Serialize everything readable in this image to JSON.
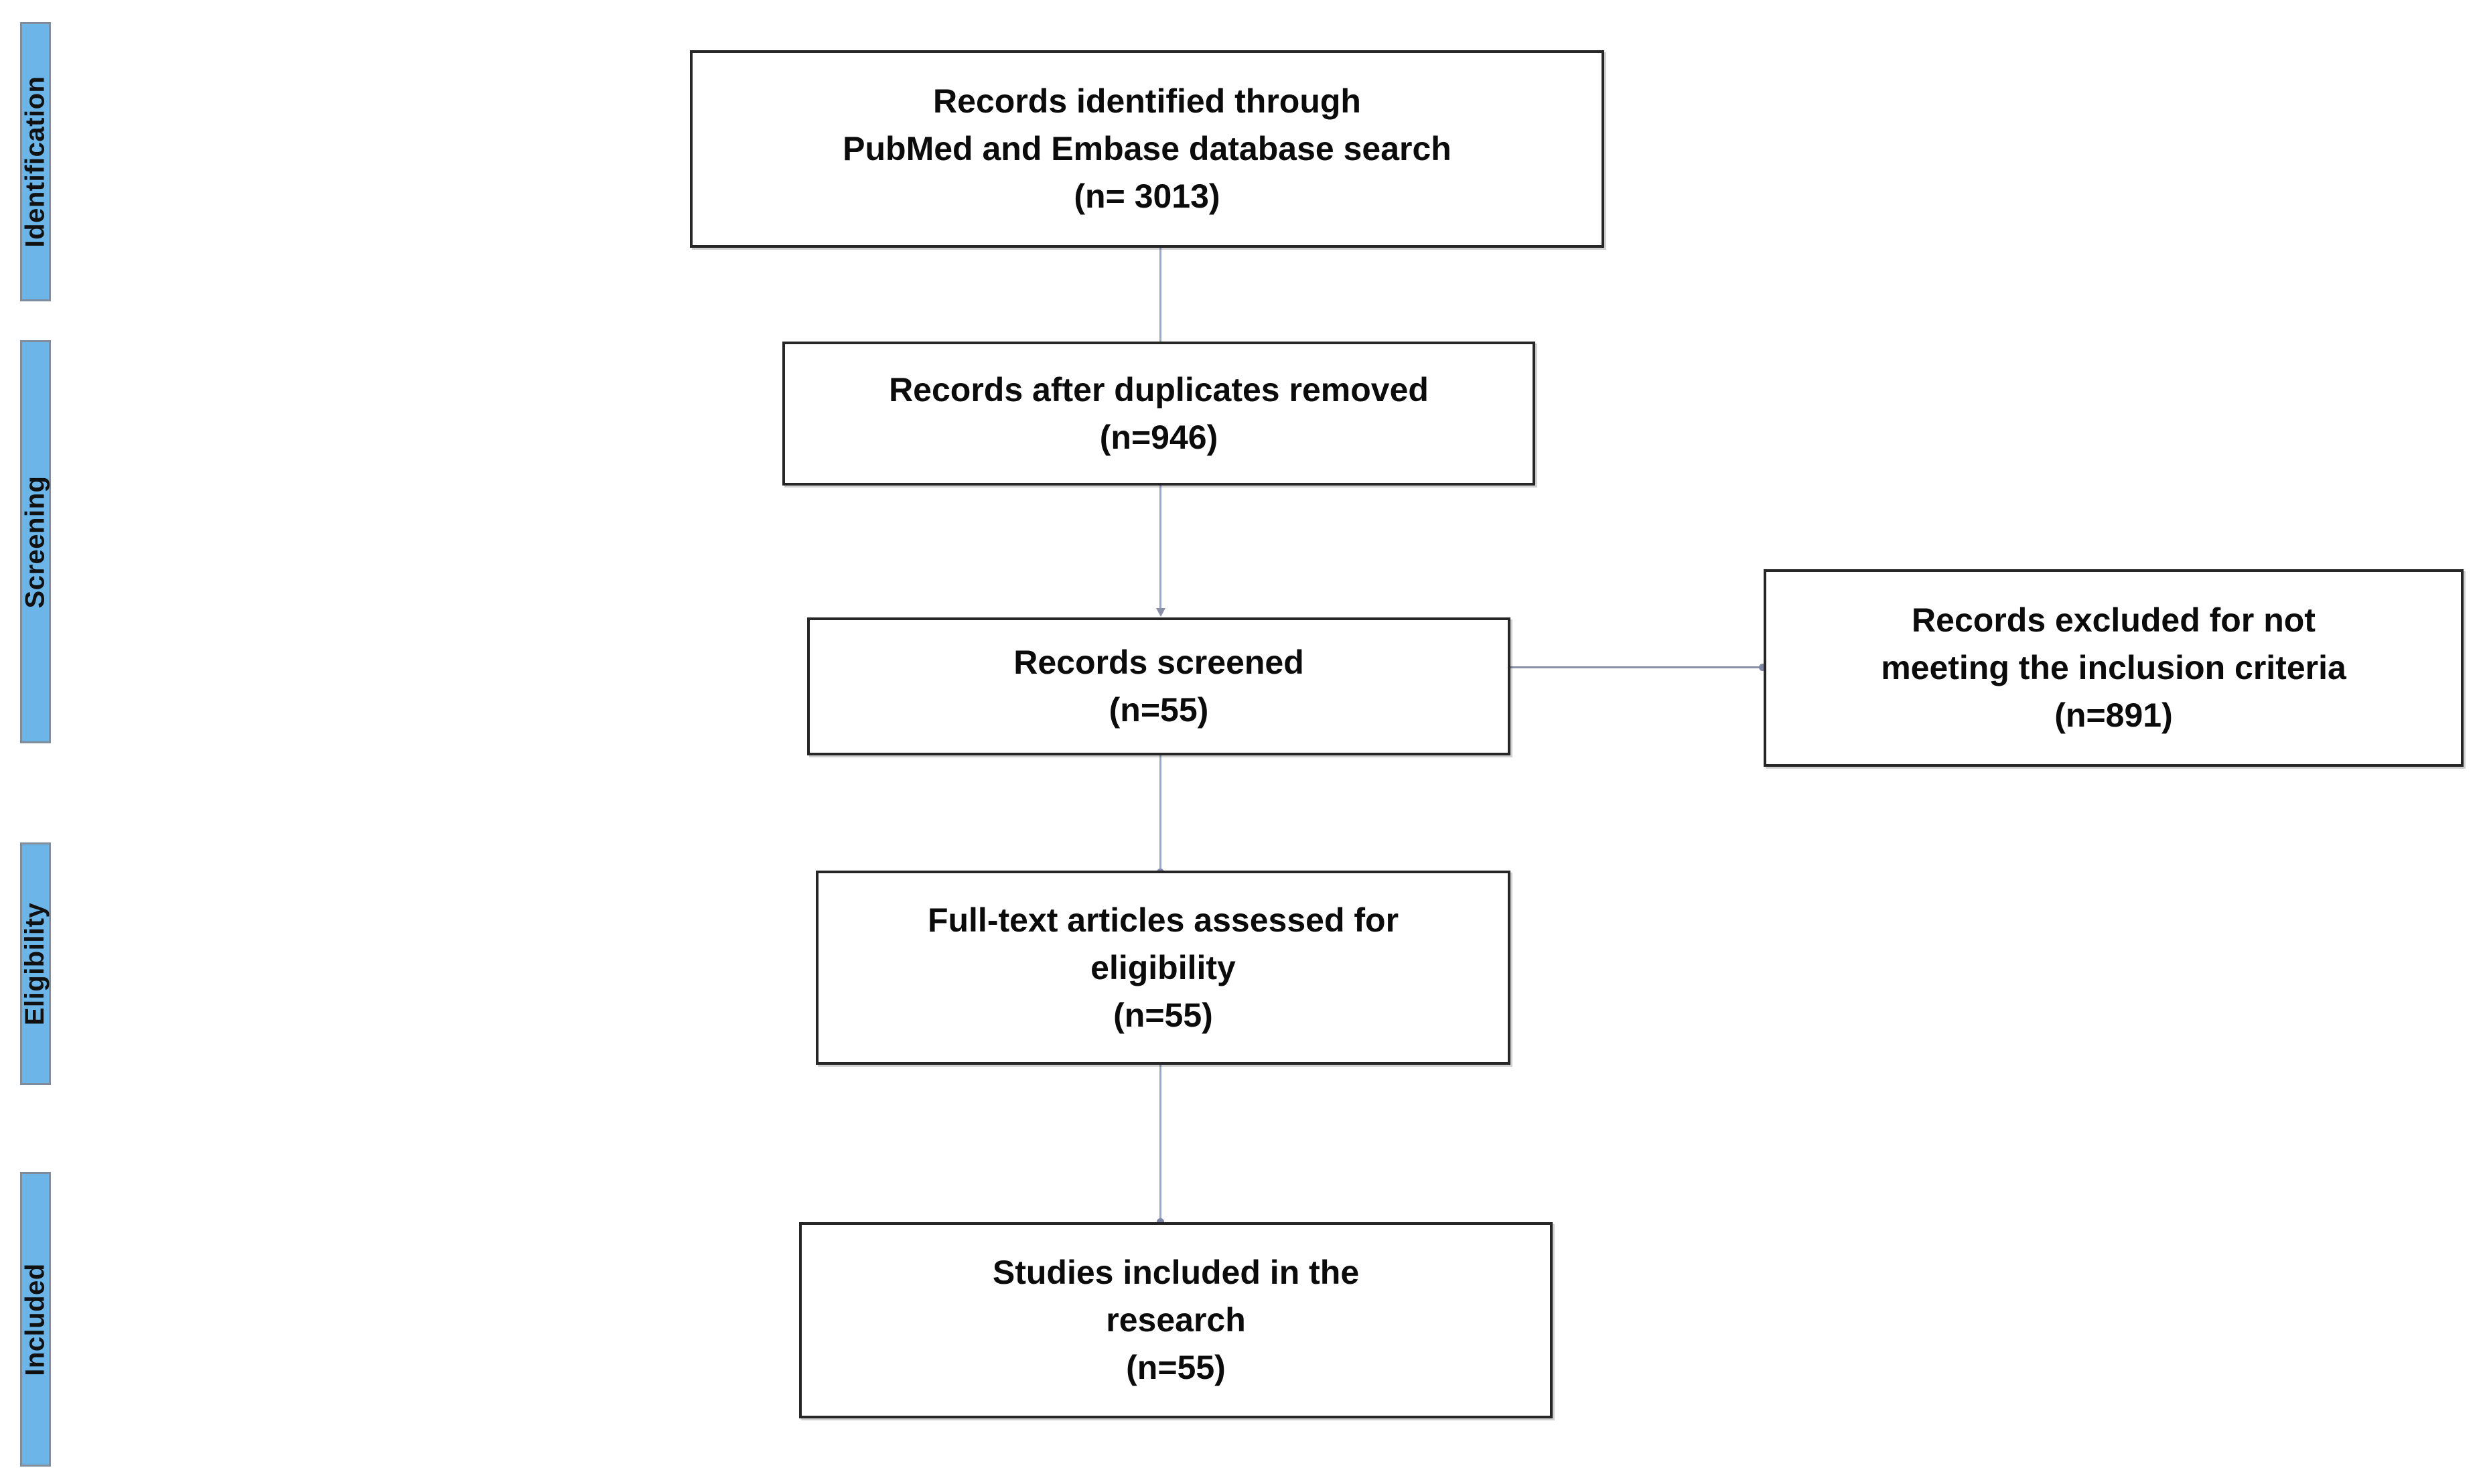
{
  "diagram": {
    "type": "prisma-flow-diagram",
    "accent_color": "#6CB5E8",
    "box_border_color": "#262626",
    "connector_color": "#9AA5D0",
    "background": "#ffffff"
  },
  "stages": [
    {
      "label": "Identification"
    },
    {
      "label": "Screening"
    },
    {
      "label": "Eligibility"
    },
    {
      "label": "Included"
    }
  ],
  "boxes": {
    "identified": {
      "line1": "Records identified through",
      "line2": "PubMed and Embase database search",
      "line3": "(n= 3013)",
      "count": 3013
    },
    "deduplicated": {
      "line1": "Records after duplicates removed",
      "line2": "(n=946)",
      "count": 946
    },
    "screened": {
      "line1": "Records screened",
      "line2": "(n=55)",
      "count": 55
    },
    "excluded": {
      "line1": "Records excluded for not",
      "line2": "meeting the inclusion criteria",
      "line3": "(n=891)",
      "count": 891
    },
    "fulltext": {
      "line1": "Full-text articles assessed for",
      "line2": "eligibility",
      "line3": "(n=55)",
      "count": 55
    },
    "included": {
      "line1": "Studies included in the",
      "line2": "research",
      "line3": "(n=55)",
      "count": 55
    }
  }
}
